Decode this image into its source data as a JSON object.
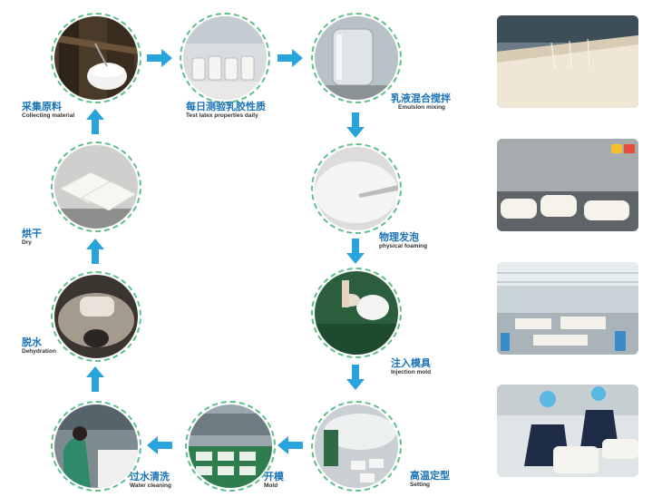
{
  "steps": {
    "collecting": {
      "zh": "采集原料",
      "en": "Collecting material"
    },
    "testing": {
      "zh": "每日测验乳胶性质",
      "en": "Test latex properties daily"
    },
    "emulsion": {
      "zh": "乳液混合搅拌",
      "en": "Emulsion mixing"
    },
    "foaming": {
      "zh": "物理发泡",
      "en": "physical    foaming"
    },
    "injection": {
      "zh": "注入模具",
      "en": "Injection  mold"
    },
    "setting": {
      "zh": "高温定型",
      "en": "Setting"
    },
    "mold": {
      "zh": "开模",
      "en": "Mold"
    },
    "cleaning": {
      "zh": "过水清洗",
      "en": "Water  cleaning"
    },
    "dehydration": {
      "zh": "脱水",
      "en": "Dehydration"
    },
    "dry": {
      "zh": "烘干",
      "en": "Dry"
    }
  },
  "colors": {
    "arrow": "#29a3dc",
    "label": "#1a73b8",
    "ring": "#5fbf88"
  }
}
